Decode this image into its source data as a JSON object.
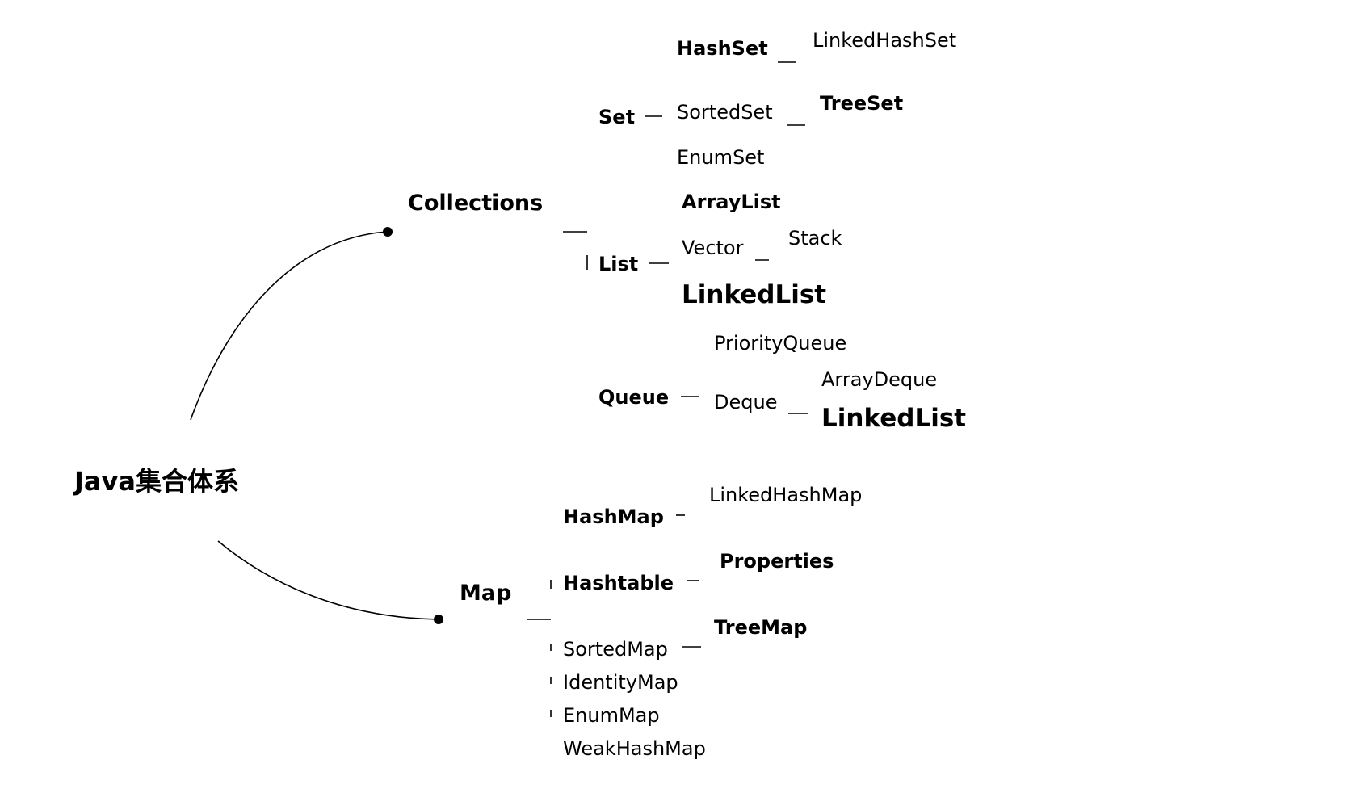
{
  "root": "Java集合体系",
  "collections": {
    "label": "Collections",
    "set": {
      "label": "Set",
      "hashset": "HashSet",
      "linkedhashset": "LinkedHashSet",
      "sortedset": "SortedSet",
      "treeset": "TreeSet",
      "enumset": "EnumSet"
    },
    "list": {
      "label": "List",
      "arraylist": "ArrayList",
      "vector": "Vector",
      "stack": "Stack",
      "linkedlist": "LinkedList"
    },
    "queue": {
      "label": "Queue",
      "priorityqueue": "PriorityQueue",
      "deque": "Deque",
      "arraydeque": "ArrayDeque",
      "linkedlist": "LinkedList"
    }
  },
  "map": {
    "label": "Map",
    "hashmap": "HashMap",
    "linkedhashmap": "LinkedHashMap",
    "hashtable": "Hashtable",
    "properties": "Properties",
    "sortedmap": "SortedMap",
    "treemap": "TreeMap",
    "identitymap": "IdentityMap",
    "enummap": "EnumMap",
    "weakhashmap": "WeakHashMap"
  }
}
